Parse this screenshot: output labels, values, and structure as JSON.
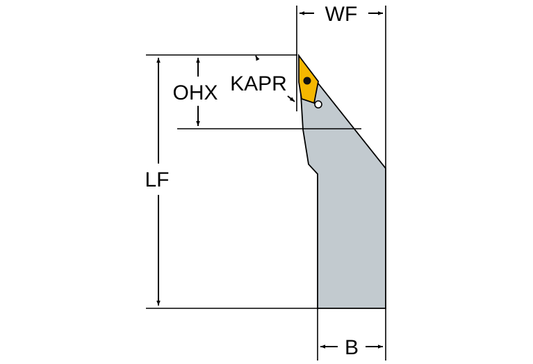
{
  "labels": {
    "wf": "WF",
    "ohx": "OHX",
    "kapr": "KAPR",
    "lf": "LF",
    "b": "B"
  },
  "colors": {
    "holder_body": "#c2cacf",
    "insert_fill": "#f5b700",
    "insert_hole": "#111111",
    "line": "#000000",
    "background": "#ffffff"
  },
  "icons": {
    "insert": "diamond-insert-icon",
    "clamp_screw": "screw-icon"
  }
}
